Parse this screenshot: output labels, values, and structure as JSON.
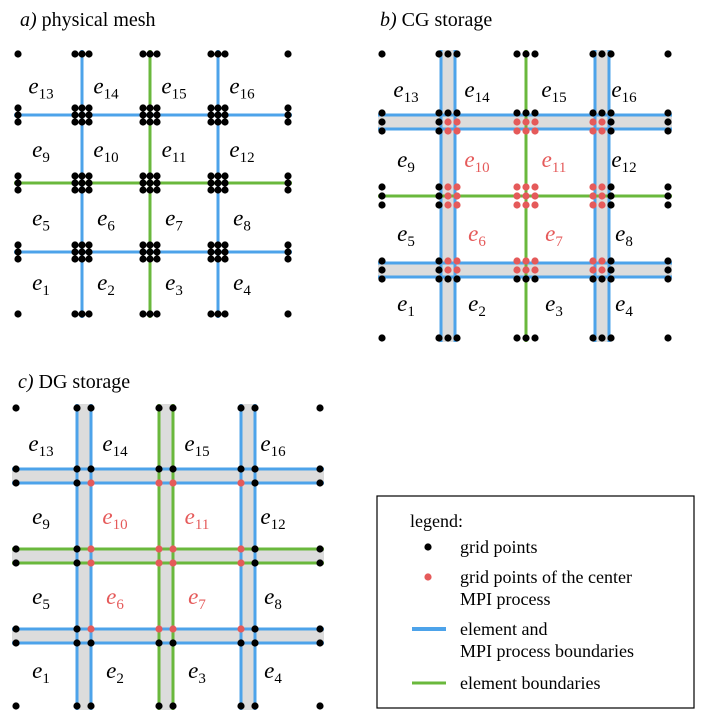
{
  "panels": [
    {
      "id": "a",
      "letter": "a)",
      "title": "physical mesh",
      "mode": "mesh",
      "v_lines": [
        "blue",
        "green",
        "blue"
      ],
      "h_lines": [
        "blue",
        "green",
        "blue"
      ]
    },
    {
      "id": "b",
      "letter": "b)",
      "title": "CG storage",
      "mode": "cg",
      "v_lines": [
        "blue",
        "green",
        "blue"
      ],
      "h_lines": [
        "blue",
        "green",
        "blue"
      ]
    },
    {
      "id": "c",
      "letter": "c)",
      "title": "DG storage",
      "mode": "dg",
      "v_lines": [
        "blue",
        "green",
        "blue"
      ],
      "h_lines": [
        "blue",
        "green",
        "blue"
      ]
    }
  ],
  "elements": [
    {
      "base": "e",
      "sub": "13",
      "col": 0,
      "row": 0
    },
    {
      "base": "e",
      "sub": "14",
      "col": 1,
      "row": 0
    },
    {
      "base": "e",
      "sub": "15",
      "col": 2,
      "row": 0
    },
    {
      "base": "e",
      "sub": "16",
      "col": 3,
      "row": 0
    },
    {
      "base": "e",
      "sub": "9",
      "col": 0,
      "row": 1
    },
    {
      "base": "e",
      "sub": "10",
      "col": 1,
      "row": 1,
      "center": true
    },
    {
      "base": "e",
      "sub": "11",
      "col": 2,
      "row": 1,
      "center": true
    },
    {
      "base": "e",
      "sub": "12",
      "col": 3,
      "row": 1
    },
    {
      "base": "e",
      "sub": "5",
      "col": 0,
      "row": 2
    },
    {
      "base": "e",
      "sub": "6",
      "col": 1,
      "row": 2,
      "center": true
    },
    {
      "base": "e",
      "sub": "7",
      "col": 2,
      "row": 2,
      "center": true
    },
    {
      "base": "e",
      "sub": "8",
      "col": 3,
      "row": 2
    },
    {
      "base": "e",
      "sub": "1",
      "col": 0,
      "row": 3
    },
    {
      "base": "e",
      "sub": "2",
      "col": 1,
      "row": 3
    },
    {
      "base": "e",
      "sub": "3",
      "col": 2,
      "row": 3
    },
    {
      "base": "e",
      "sub": "4",
      "col": 3,
      "row": 3
    }
  ],
  "legend": {
    "title": "legend:",
    "items": [
      {
        "kind": "black-dot",
        "lines": [
          "grid points"
        ]
      },
      {
        "kind": "red-dot",
        "lines": [
          "grid points of the center",
          "MPI process"
        ]
      },
      {
        "kind": "blue-line",
        "lines": [
          "element and",
          "MPI process boundaries"
        ]
      },
      {
        "kind": "green-line",
        "lines": [
          "element boundaries"
        ]
      }
    ]
  },
  "colors": {
    "blue": "#4da3ea",
    "green": "#6ab83c",
    "red": "#e55a5a",
    "black": "#000000",
    "band": "#dcdcdc"
  }
}
